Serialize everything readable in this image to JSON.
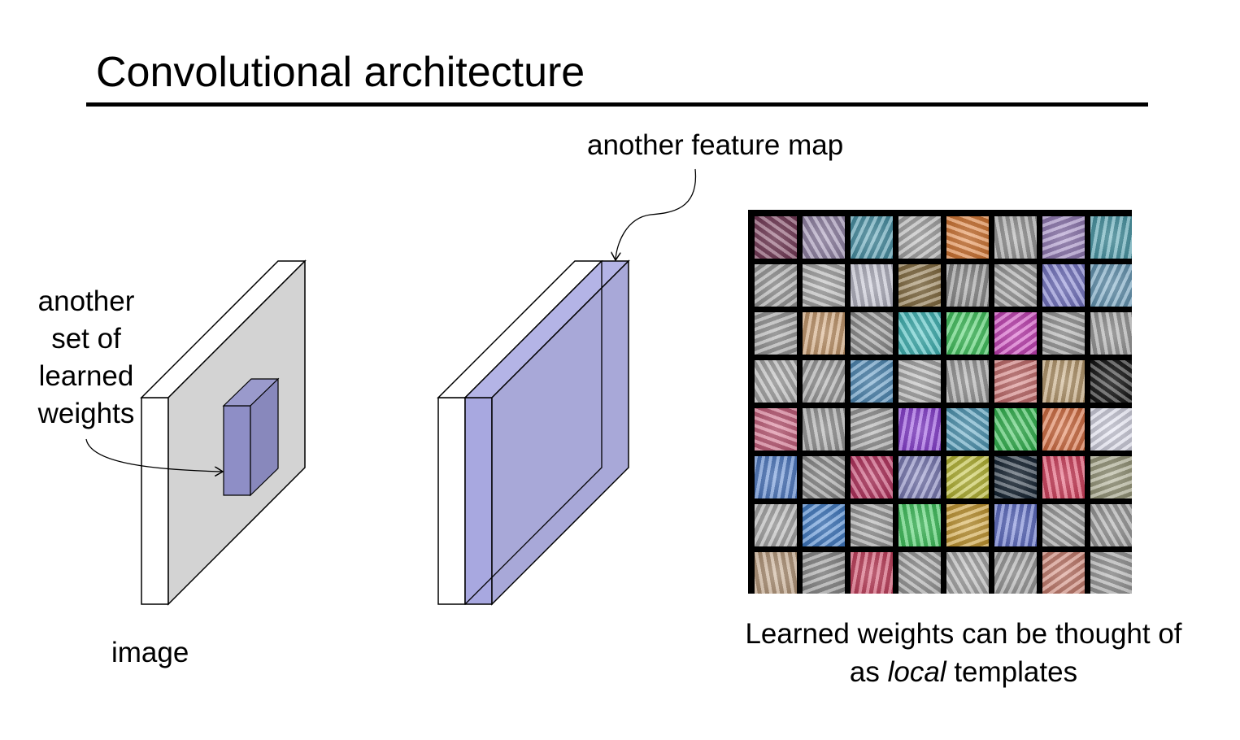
{
  "title": "Convolutional architecture",
  "weights_label": [
    "another",
    "set of",
    "learned",
    "weights"
  ],
  "image_label": "image",
  "feature_map_label": "another feature map",
  "caption": {
    "line1": "Learned weights can be thought of",
    "line2_before": "as ",
    "line2_italic": "local",
    "line2_after": " templates"
  },
  "colors": {
    "image_face": "#d3d3d3",
    "weights_box": "#8e8ec6",
    "feature_map": "#a8a8d8",
    "filter_grid_bg": "#000000"
  },
  "filters": [
    [
      "#7a3a5a",
      "#9a8ab0",
      "#4a9ab0",
      "#b0b0b0",
      "#e07a30",
      "#a0a0a0",
      "#9a80c0",
      "#4aa0b0"
    ],
    [
      "#a0a0a0",
      "#b0b0b0",
      "#c0c0d0",
      "#8a7040",
      "#909090",
      "#a0a0a0",
      "#7a7ad0",
      "#6aa0c0"
    ],
    [
      "#a0a0a0",
      "#d0a070",
      "#909090",
      "#40c0c0",
      "#40d060",
      "#d040c0",
      "#a0a0a0",
      "#a0a0a0"
    ],
    [
      "#b0b0b0",
      "#a0a0a0",
      "#5090c0",
      "#b0b0b0",
      "#a0a0a0",
      "#d07070",
      "#c0a070",
      "#101010"
    ],
    [
      "#d06080",
      "#a0a0a0",
      "#a0a0a0",
      "#9040e0",
      "#50a0c0",
      "#30c050",
      "#e07040",
      "#e0e0f0"
    ],
    [
      "#5080d0",
      "#909090",
      "#c03060",
      "#8080c0",
      "#c0c030",
      "#102030",
      "#e04060",
      "#a0a080"
    ],
    [
      "#b0b0b0",
      "#4080d0",
      "#a0a0a0",
      "#40d060",
      "#d0a030",
      "#6070d0",
      "#a0a0a0",
      "#a0a0a0"
    ],
    [
      "#c0a080",
      "#909090",
      "#d04060",
      "#a0a0a0",
      "#b0b0b0",
      "#a0a0a0",
      "#d08070",
      "#a0a0a0"
    ]
  ]
}
